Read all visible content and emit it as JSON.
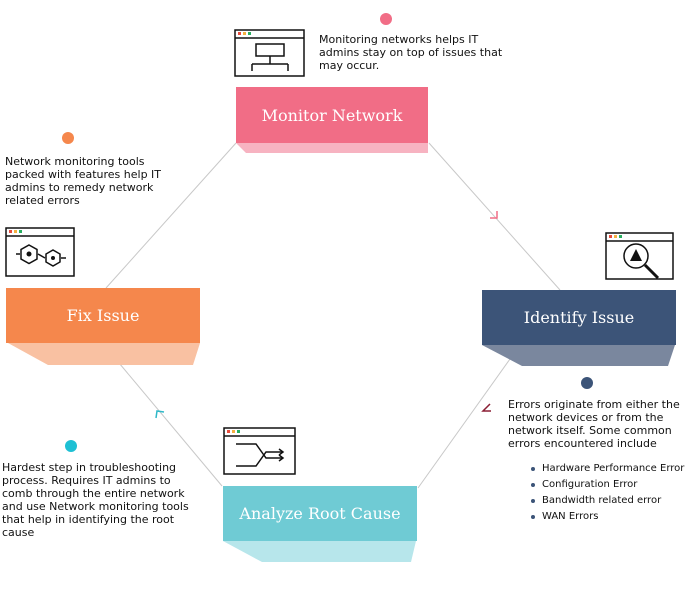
{
  "stages": [
    {
      "key": "monitor",
      "label": "Monitor Network",
      "color": "#f16d86",
      "shadow": "#f7b3c1",
      "description": [
        "Monitoring networks helps IT",
        "admins stay on top of issues that",
        "may occur."
      ]
    },
    {
      "key": "identify",
      "label": "Identify Issue",
      "color": "#3c5478",
      "shadow": "#7a879e",
      "description": [
        "Errors originate from either the",
        "network devices or from the",
        "network  itself. Some common",
        "errors  encountered include"
      ],
      "errors": [
        "Hardware Performance Error",
        "Configuration Error",
        "Bandwidth related error",
        "WAN Errors"
      ]
    },
    {
      "key": "analyze",
      "label": "Analyze Root Cause",
      "color": "#6fcbd4",
      "shadow": "#b7e6eb",
      "description": [
        "Hardest step in troubleshooting",
        "process. Requires IT admins to",
        "comb through the entire network",
        "and use Network monitoring tools",
        "that help in identifying the root",
        "cause"
      ]
    },
    {
      "key": "fix",
      "label": "Fix Issue",
      "color": "#f5874c",
      "shadow": "#f9c1a2",
      "description": [
        "Network monitoring tools",
        "packed with features help IT",
        "admins to remedy network",
        "related errors"
      ]
    }
  ],
  "colors": {
    "connector": "#c8c8c8",
    "arrow_monitor_identify": "#f16d86",
    "arrow_identify_analyze": "#8b1f35",
    "arrow_analyze_fix": "#2fb8c8",
    "dot_monitor": "#f16d86",
    "dot_identify": "#3c5478",
    "dot_analyze": "#1ec0d4",
    "dot_fix": "#f5874c",
    "icon_stroke": "#111111"
  },
  "icons": [
    "network-topology-icon",
    "alert-search-icon",
    "flow-analysis-icon",
    "gears-icon"
  ]
}
